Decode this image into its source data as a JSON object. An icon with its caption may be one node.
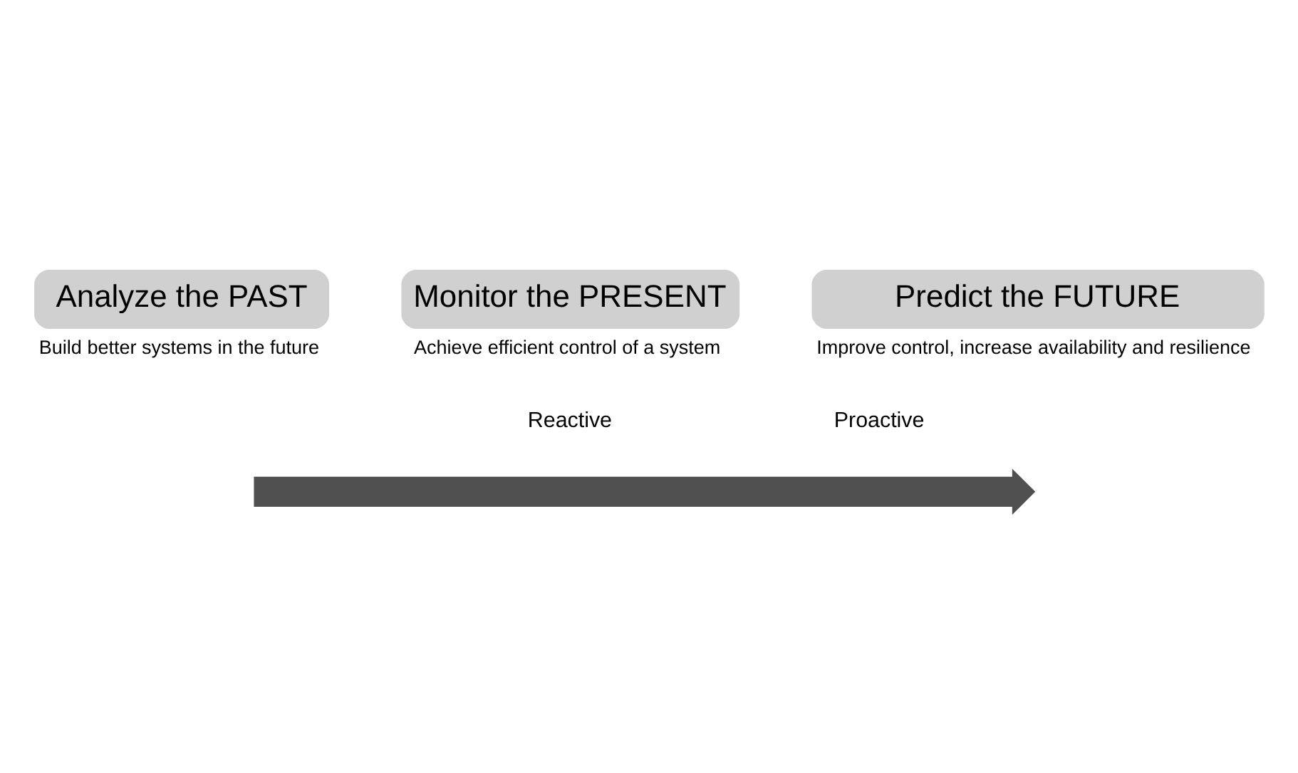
{
  "diagram": {
    "nodes": [
      {
        "text": [
          "Analyze the PAST"
        ],
        "beside": [
          "Build better systems in the future"
        ]
      },
      {
        "text": [
          "Monitor the PRESENT"
        ],
        "beside": [
          "Achieve efficient control of a system"
        ]
      },
      {
        "text": [
          "Predict the FUTURE"
        ],
        "beside": [
          "Improve control, increase availability and resilience"
        ]
      },
      {
        "text": [],
        "shape": "arrow"
      }
    ],
    "edges": [],
    "labels": [
      "Reactive",
      "Proactive"
    ]
  }
}
